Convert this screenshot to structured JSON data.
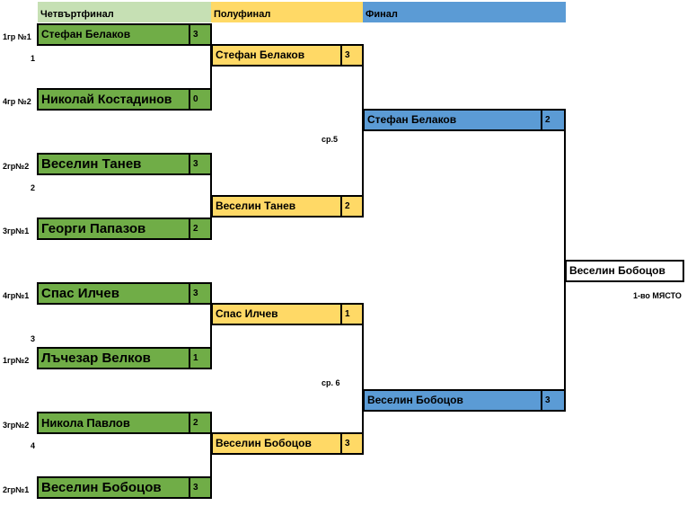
{
  "headers": {
    "quarterfinal": "Четвъртфинал",
    "semifinal": "Полуфинал",
    "final": "Финал"
  },
  "colors": {
    "quarterfinal": "#70ad47",
    "semifinal": "#ffd966",
    "final": "#5b9bd5",
    "quarterfinal_header": "#c6e0b4",
    "semifinal_header": "#ffd966",
    "final_header": "#5b9bd5"
  },
  "quarterfinals": [
    {
      "seed": "1гр №1",
      "name": "Стефан Белаков",
      "score": "3"
    },
    {
      "seed": "4гр №2",
      "name": "Николай Костадинов",
      "score": "0"
    },
    {
      "seed": "2гр№2",
      "name": "Веселин Танев",
      "score": "3"
    },
    {
      "seed": "3гр№1",
      "name": "Георги Папазов",
      "score": "2"
    },
    {
      "seed": "4гр№1",
      "name": "Спас Илчев",
      "score": "3"
    },
    {
      "seed": "1гр№2",
      "name": "Лъчезар Велков",
      "score": "1"
    },
    {
      "seed": "3гр№2",
      "name": "Никола Павлов",
      "score": "2"
    },
    {
      "seed": "2гр№1",
      "name": "Веселин Бобоцов",
      "score": "3"
    }
  ],
  "match_numbers": [
    "1",
    "2",
    "3",
    "4"
  ],
  "semifinals": [
    {
      "name": "Стефан Белаков",
      "score": "3"
    },
    {
      "name": "Веселин Танев",
      "score": "2"
    },
    {
      "name": "Спас Илчев",
      "score": "1"
    },
    {
      "name": "Веселин Бобоцов",
      "score": "3"
    }
  ],
  "semifinal_labels": [
    "ср.5",
    "ср. 6"
  ],
  "final": [
    {
      "name": "Стефан Белаков",
      "score": "2"
    },
    {
      "name": "Веселин Бобоцов",
      "score": "3"
    }
  ],
  "winner": {
    "name": "Веселин Бобоцов",
    "place": "1-во МЯСТО"
  }
}
